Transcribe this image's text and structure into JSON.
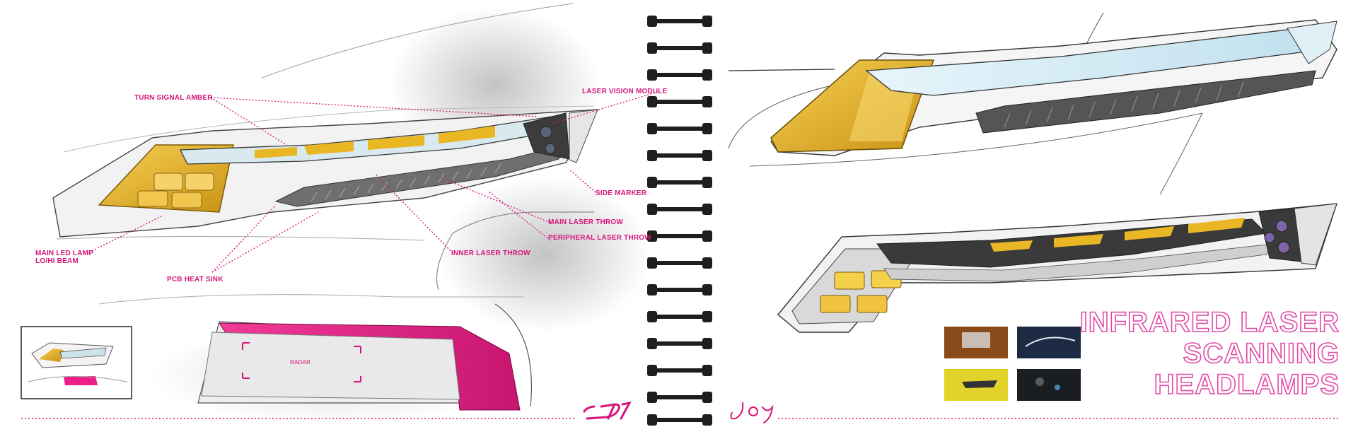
{
  "labels": {
    "turn_signal": "TURN SIGNAL AMBER",
    "laser_module": "LASER VISION MODULE",
    "side_marker": "SIDE MARKER",
    "main_throw": "MAIN LASER THROW",
    "peripheral_throw": "PERIPHERAL LASER THROW",
    "inner_throw": "INNER LASER THROW",
    "main_lamp_1": "MAIN LED LAMP",
    "main_lamp_2": "LO/HI BEAM",
    "heat_sink": "PCB HEAT SINK"
  },
  "radar_label": "RADAR",
  "logos": {
    "left": "STI",
    "right": "JOY"
  },
  "title": {
    "line1": "INFRARED LASER",
    "line2": "SCANNING",
    "line3": "HEADLAMPS"
  },
  "colors": {
    "accent": "#d6147a",
    "amber": "#e8b21e",
    "pink_panel": "#ec1f86",
    "title_stroke": "#e24aa7"
  },
  "icons": [
    "spiral-binding-icon",
    "sti-logo-icon",
    "joy-signature-icon"
  ]
}
